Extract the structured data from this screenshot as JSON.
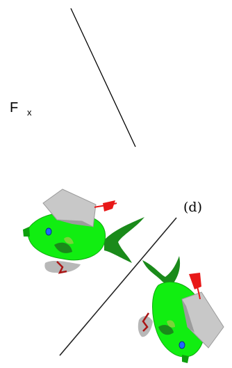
{
  "figure": {
    "function_label_main": "F",
    "function_label_sub": "x",
    "line_label": "(d)"
  },
  "colors": {
    "fish_body": "#11ee11",
    "fish_fin": "#1a8a1a",
    "cap": "#c8c8c8",
    "tassel": "#e81818",
    "line": "#000000",
    "eye": "#1e66ff"
  },
  "icons": {
    "original_fish": "graduate-fish-icon",
    "reflected_fish": "graduate-fish-reflected-icon"
  }
}
